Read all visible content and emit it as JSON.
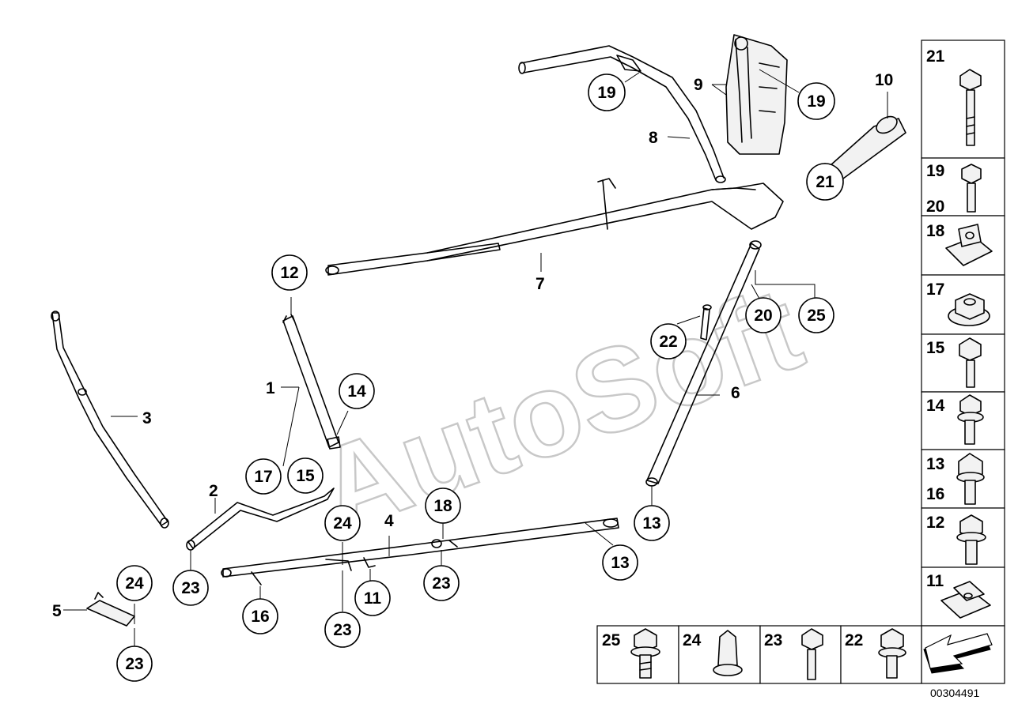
{
  "watermark": "AutoSoft",
  "document_number": "00304491",
  "callouts": {
    "c1": "1",
    "c2": "2",
    "c3": "3",
    "c4": "4",
    "c5": "5",
    "c6": "6",
    "c7": "7",
    "c8": "8",
    "c9": "9",
    "c10": "10",
    "b12": "12",
    "b14": "14",
    "b17": "17",
    "b15": "15",
    "b19a": "19",
    "b19b": "19",
    "b21": "21",
    "b20": "20",
    "b25": "25",
    "b22": "22",
    "b13a": "13",
    "b13b": "13",
    "b18": "18",
    "b24a": "24",
    "b23a": "23",
    "b23b": "23",
    "b23c": "23",
    "b11": "11",
    "b16": "16",
    "b24b": "24",
    "b23d": "23"
  },
  "sidebar": {
    "items": [
      {
        "labels": [
          "21"
        ]
      },
      {
        "labels": [
          "19",
          "20"
        ]
      },
      {
        "labels": [
          "18"
        ]
      },
      {
        "labels": [
          "17"
        ]
      },
      {
        "labels": [
          "15"
        ]
      },
      {
        "labels": [
          "14"
        ]
      },
      {
        "labels": [
          "13",
          "16"
        ]
      },
      {
        "labels": [
          "12"
        ]
      },
      {
        "labels": [
          "11"
        ]
      }
    ]
  },
  "bottom_row": {
    "items": [
      {
        "label": "25"
      },
      {
        "label": "24"
      },
      {
        "label": "23"
      },
      {
        "label": "22"
      }
    ]
  }
}
